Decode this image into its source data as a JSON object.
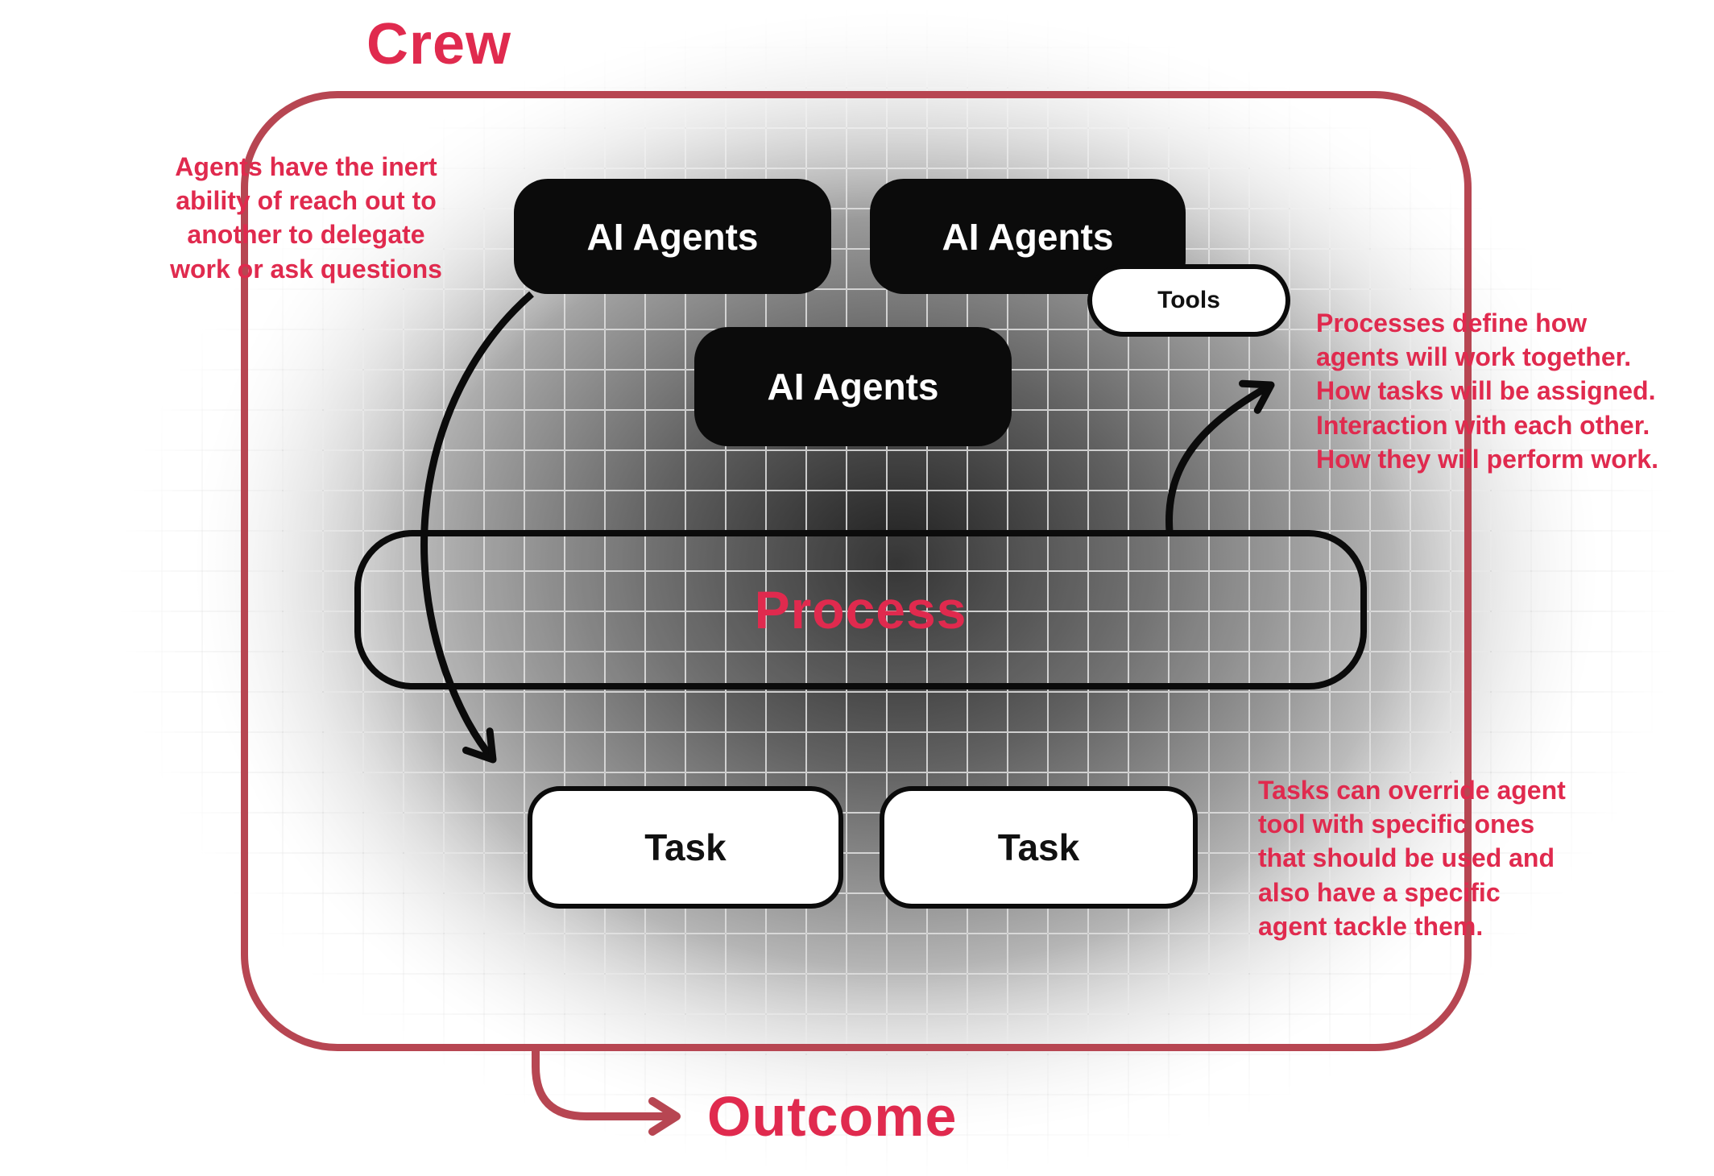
{
  "title": "Crew",
  "outcome_label": "Outcome",
  "colors": {
    "brand": "#e02a4e",
    "border": "#b74652",
    "node": "#0b0b0b"
  },
  "nodes": {
    "agents": [
      "AI Agents",
      "AI Agents",
      "AI Agents"
    ],
    "tools": "Tools",
    "process": "Process",
    "tasks": [
      "Task",
      "Task"
    ]
  },
  "annotations": {
    "left": {
      "lines": [
        "Agents have the inert",
        "ability of reach out to",
        "another to delegate",
        "work or ask questions"
      ]
    },
    "right_top": {
      "lines": [
        "Processes define how",
        "agents will work together.",
        "How tasks will be assigned.",
        "Interaction with each other.",
        "How they will perform work."
      ]
    },
    "right_bottom": {
      "lines": [
        "Tasks can override agent",
        "tool with specific ones",
        "that should be used and",
        "also have a specific",
        "agent tackle them."
      ]
    }
  }
}
